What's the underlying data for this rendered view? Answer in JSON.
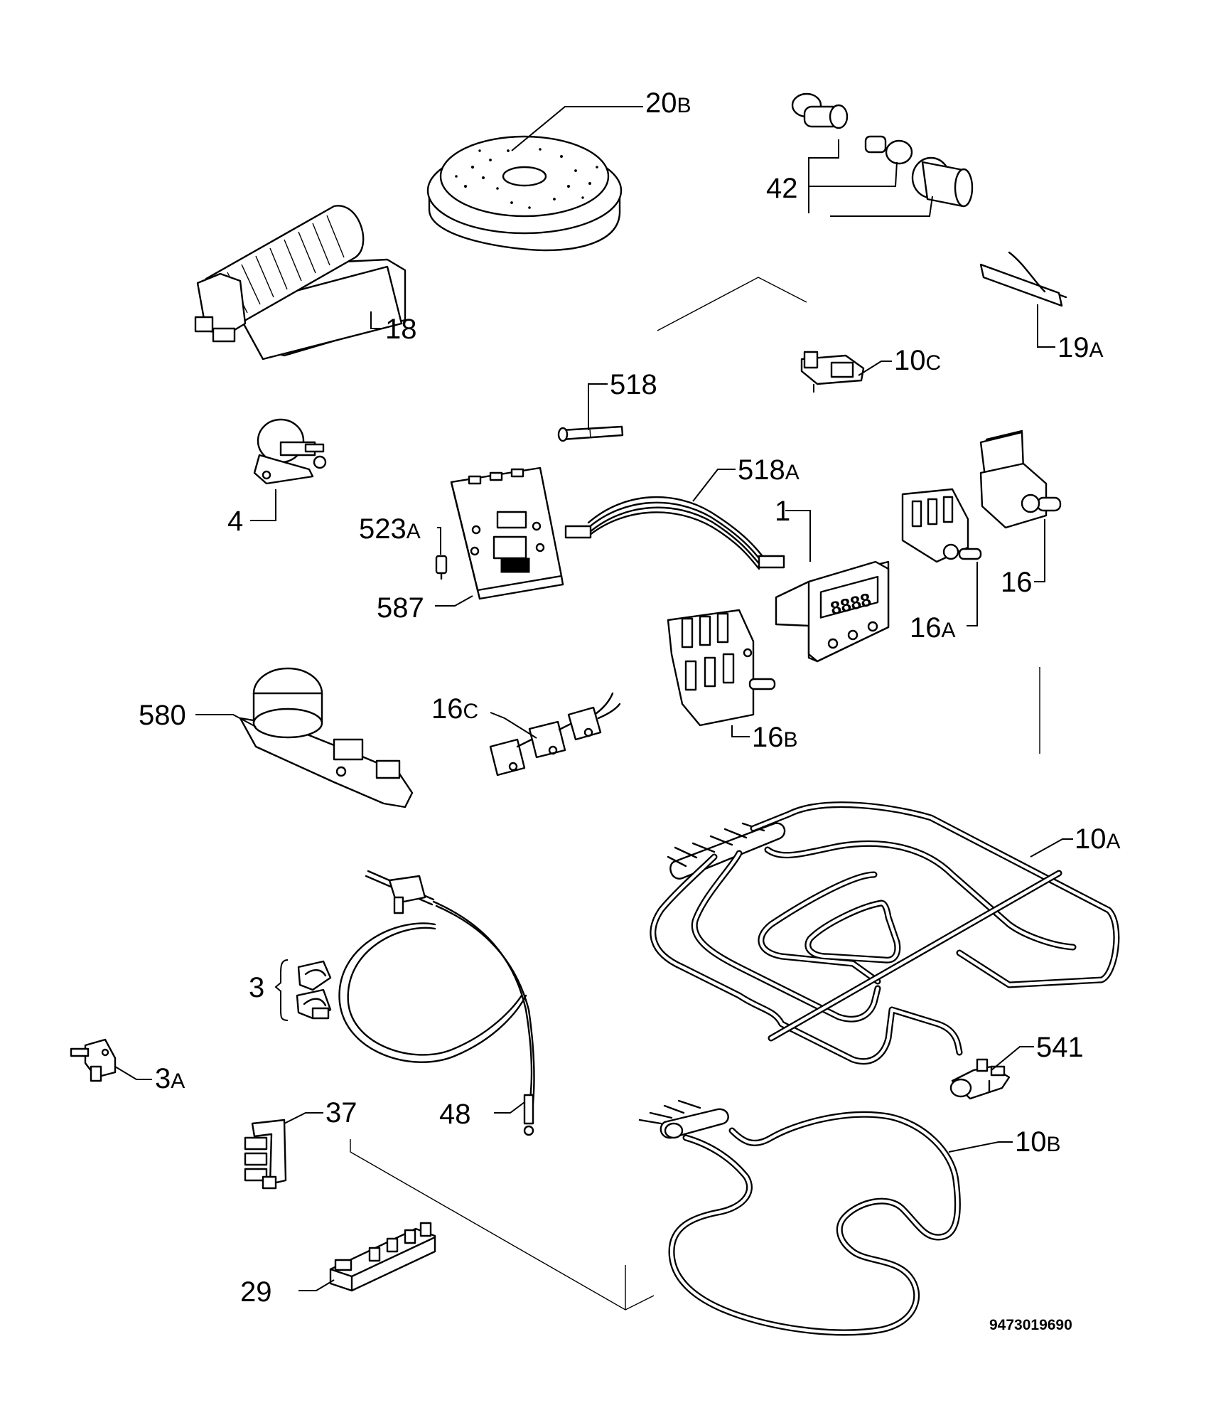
{
  "diagram": {
    "drawing_number": "9473019690",
    "parts": [
      {
        "id": "20b",
        "num": "20",
        "suffix": "B",
        "icon": "fan-cover-disc-icon"
      },
      {
        "id": "42",
        "num": "42",
        "suffix": "",
        "icon": "oven-lamp-assembly-icon"
      },
      {
        "id": "18",
        "num": "18",
        "suffix": "",
        "icon": "tangential-fan-icon"
      },
      {
        "id": "19a",
        "num": "19",
        "suffix": "A",
        "icon": "thermal-probe-icon"
      },
      {
        "id": "10c",
        "num": "10",
        "suffix": "C",
        "icon": "thermal-cutout-icon"
      },
      {
        "id": "518",
        "num": "518",
        "suffix": "",
        "icon": "sensor-rod-icon"
      },
      {
        "id": "4",
        "num": "4",
        "suffix": "",
        "icon": "spit-motor-icon"
      },
      {
        "id": "518a",
        "num": "518",
        "suffix": "A",
        "icon": "wiring-harness-icon"
      },
      {
        "id": "1",
        "num": "1",
        "suffix": "",
        "icon": "electronic-timer-icon"
      },
      {
        "id": "523a",
        "num": "523",
        "suffix": "A",
        "icon": "fuse-icon"
      },
      {
        "id": "16",
        "num": "16",
        "suffix": "",
        "icon": "thermostat-icon"
      },
      {
        "id": "587",
        "num": "587",
        "suffix": "",
        "icon": "circuit-board-icon"
      },
      {
        "id": "16a",
        "num": "16",
        "suffix": "A",
        "icon": "energy-regulator-icon"
      },
      {
        "id": "580",
        "num": "580",
        "suffix": "",
        "icon": "door-lock-motor-icon"
      },
      {
        "id": "16c",
        "num": "16",
        "suffix": "C",
        "icon": "rocker-switches-icon"
      },
      {
        "id": "16b",
        "num": "16",
        "suffix": "B",
        "icon": "function-selector-icon"
      },
      {
        "id": "10a",
        "num": "10",
        "suffix": "A",
        "icon": "grill-element-icon"
      },
      {
        "id": "3",
        "num": "3",
        "suffix": "",
        "icon": "clip-pair-icon"
      },
      {
        "id": "541",
        "num": "541",
        "suffix": "",
        "icon": "lamp-holder-icon"
      },
      {
        "id": "3a",
        "num": "3",
        "suffix": "A",
        "icon": "terminal-clip-icon"
      },
      {
        "id": "37",
        "num": "37",
        "suffix": "",
        "icon": "terminal-block-icon"
      },
      {
        "id": "48",
        "num": "48",
        "suffix": "",
        "icon": "capillary-thermostat-bulb-icon"
      },
      {
        "id": "10b",
        "num": "10",
        "suffix": "B",
        "icon": "bottom-element-icon"
      },
      {
        "id": "29",
        "num": "29",
        "suffix": "",
        "icon": "ignition-generator-icon"
      }
    ]
  }
}
